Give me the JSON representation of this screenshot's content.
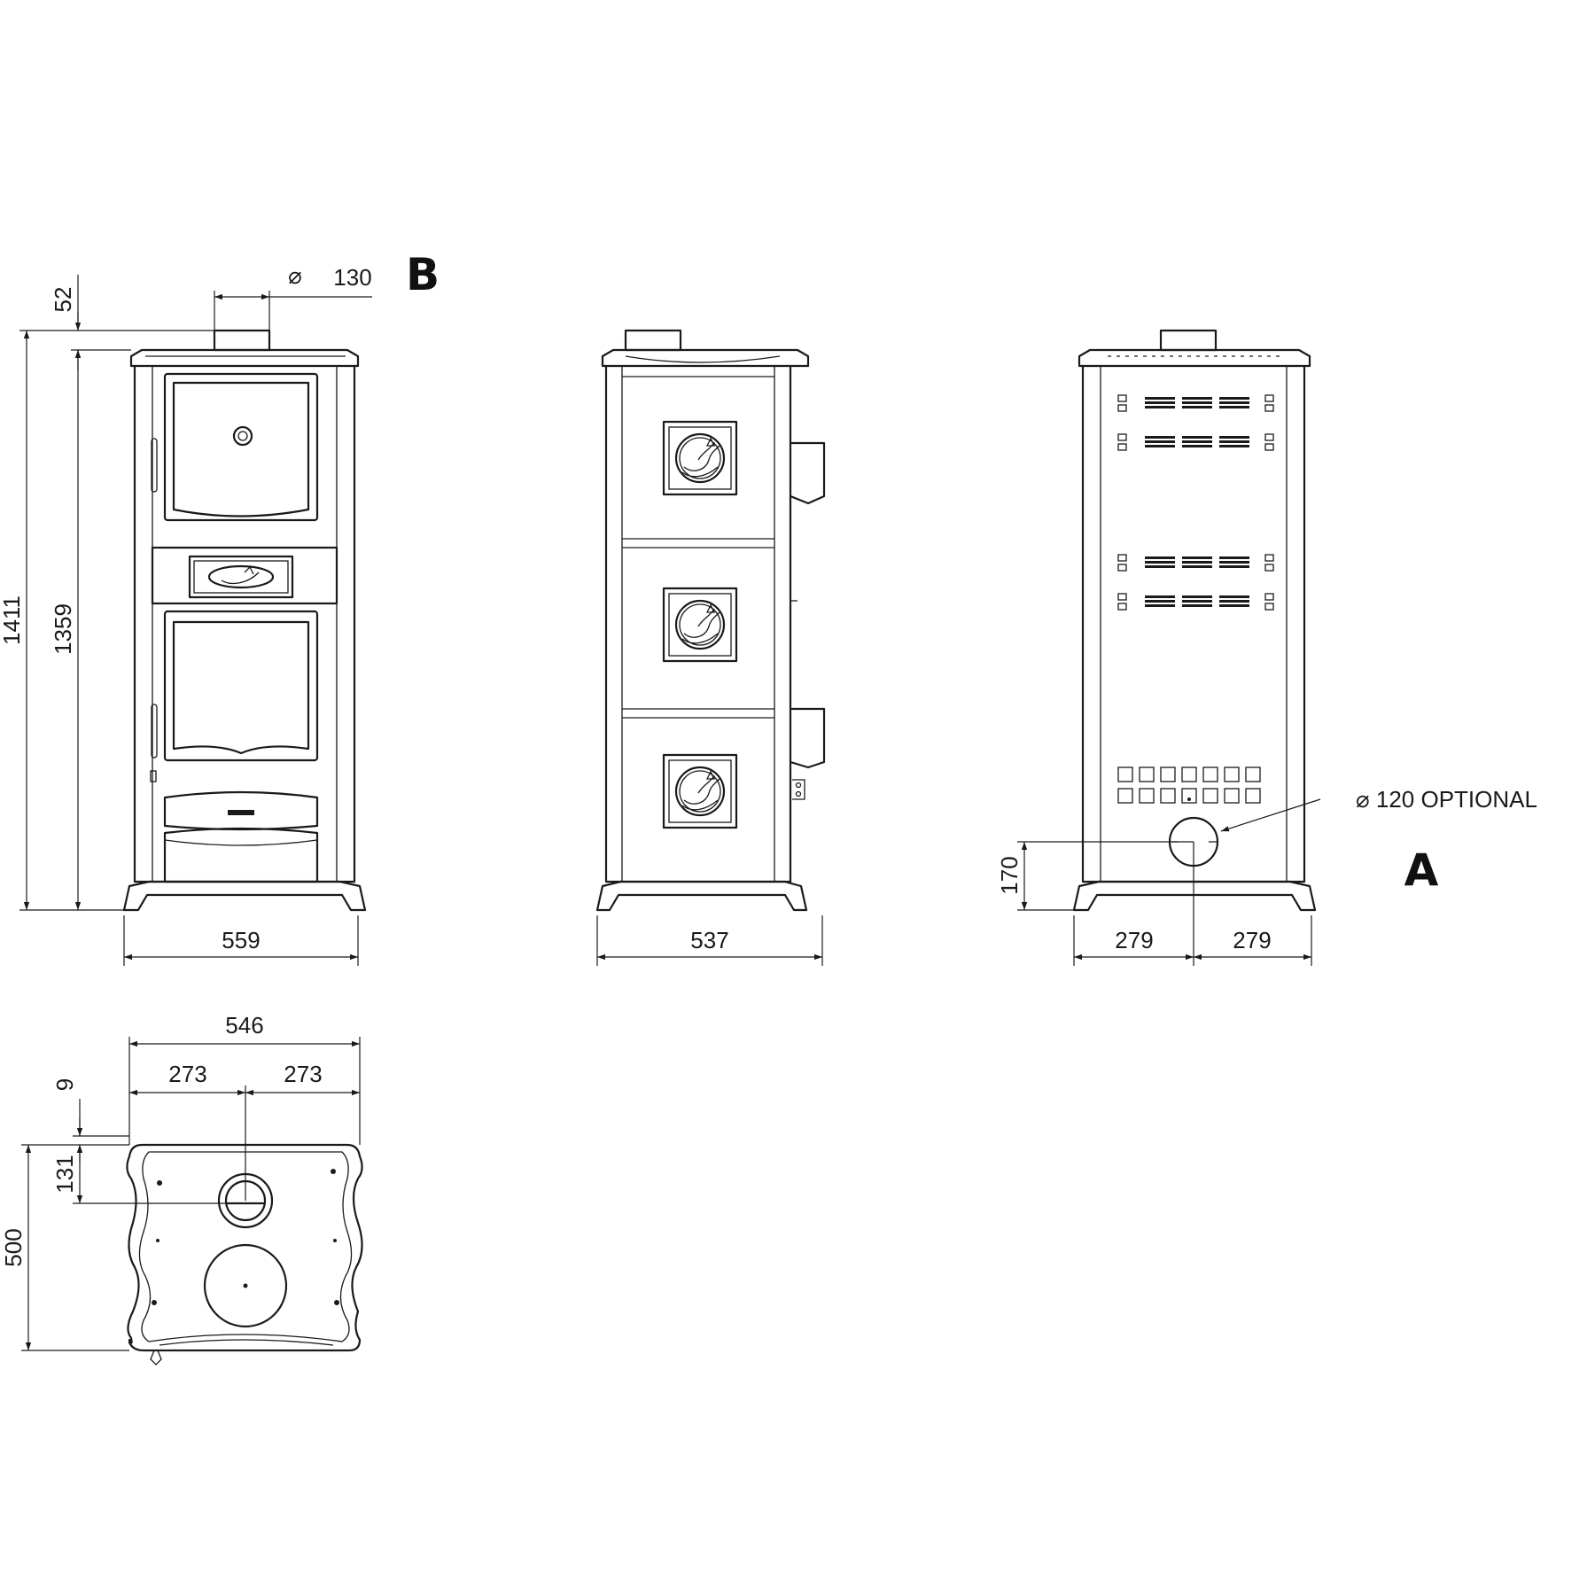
{
  "views": {
    "front": {
      "flue_symbol": "⌀",
      "flue_diameter": "130",
      "outlet_label": "B",
      "flue_offset": "52",
      "overall_height": "1411",
      "body_height": "1359",
      "width": "559"
    },
    "side": {
      "depth": "537"
    },
    "rear": {
      "optional_outlet": "⌀ 120 OPTIONAL",
      "outlet_label": "A",
      "outlet_height": "170",
      "left_half": "279",
      "right_half": "279"
    },
    "top": {
      "width": "546",
      "left_half": "273",
      "right_half": "273",
      "offset": "9",
      "flue_to_back": "131",
      "depth": "500"
    }
  },
  "icons": [
    "diameter-symbol",
    "arrowhead",
    "flame-emblem"
  ]
}
